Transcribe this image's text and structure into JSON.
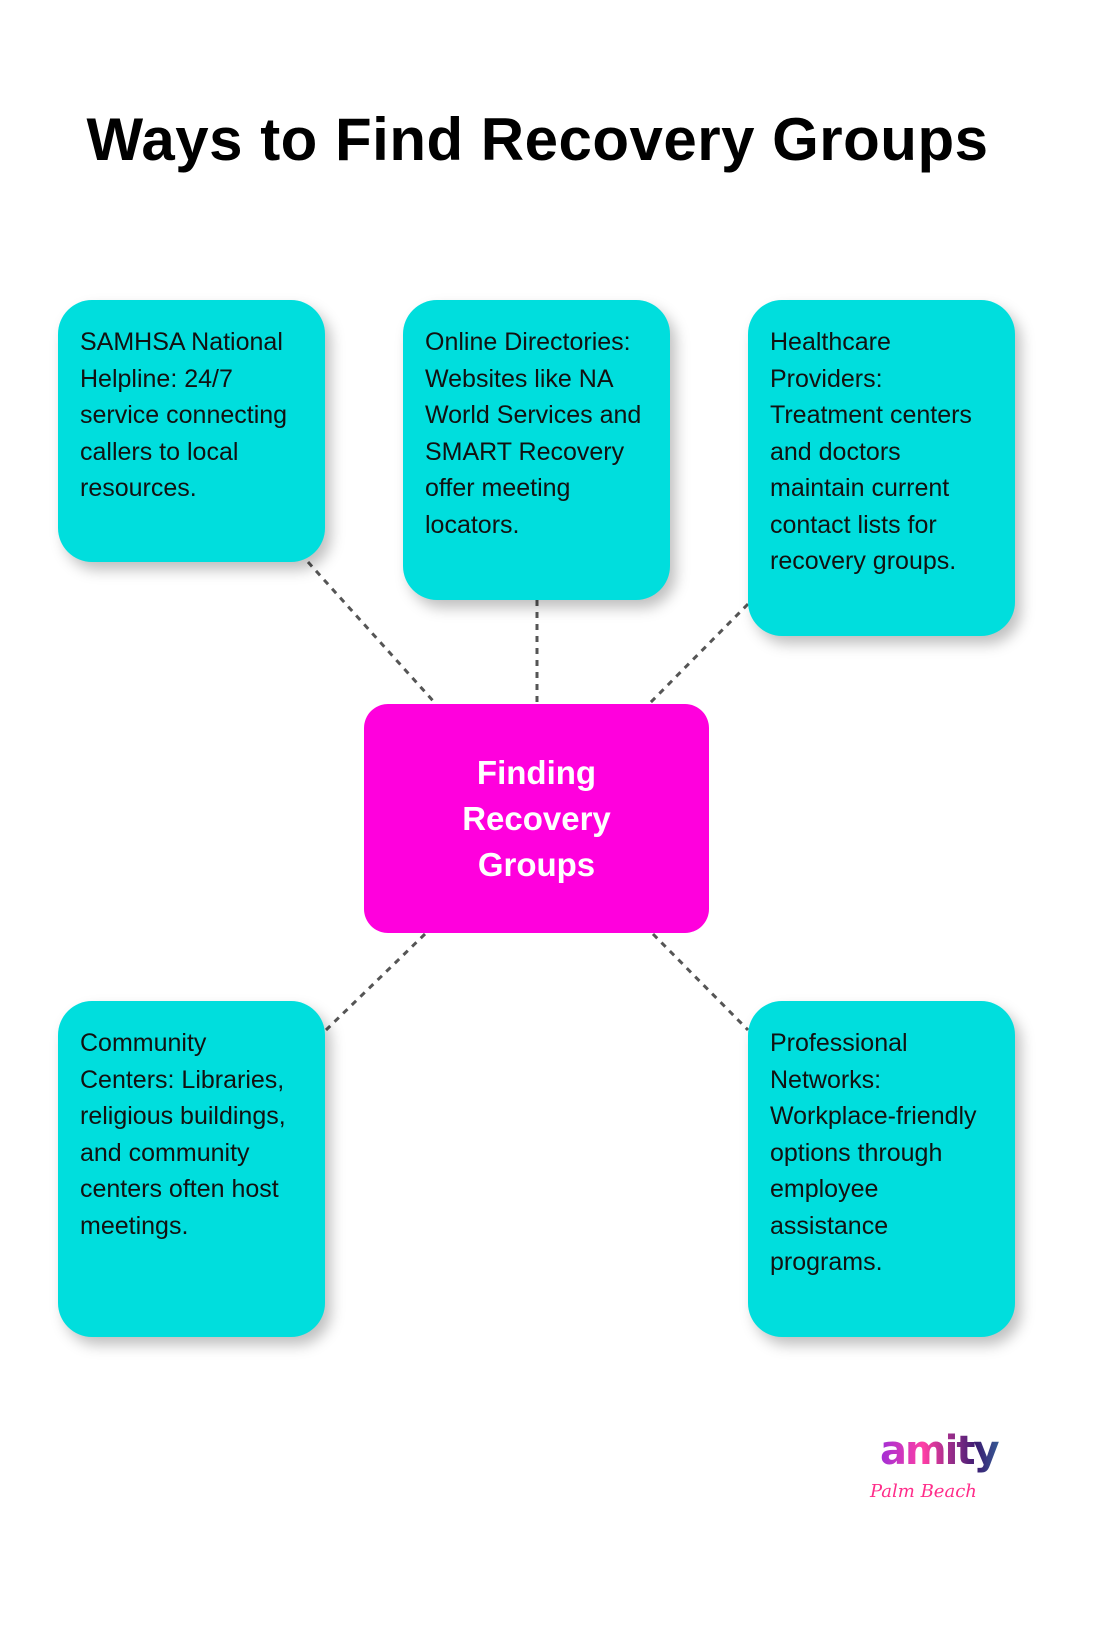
{
  "title": "Ways to Find Recovery Groups",
  "center": "Finding Recovery Groups",
  "nodes": [
    "SAMHSA National Helpline: 24/7 service connecting callers to local resources.",
    "Online Directories: Websites like NA World Services and SMART Recovery offer meeting locators.",
    "Healthcare Providers: Treatment centers and doctors maintain current contact lists for recovery groups.",
    "Community Centers: Libraries, religious buildings, and community centers often host meetings.",
    "Professional Networks: Workplace-friendly options through employee assistance programs."
  ],
  "logo": {
    "word": "amity",
    "script": "Palm Beach"
  },
  "colors": {
    "node": "#00dedd",
    "center": "#ff00dd",
    "connector": "#555555"
  }
}
